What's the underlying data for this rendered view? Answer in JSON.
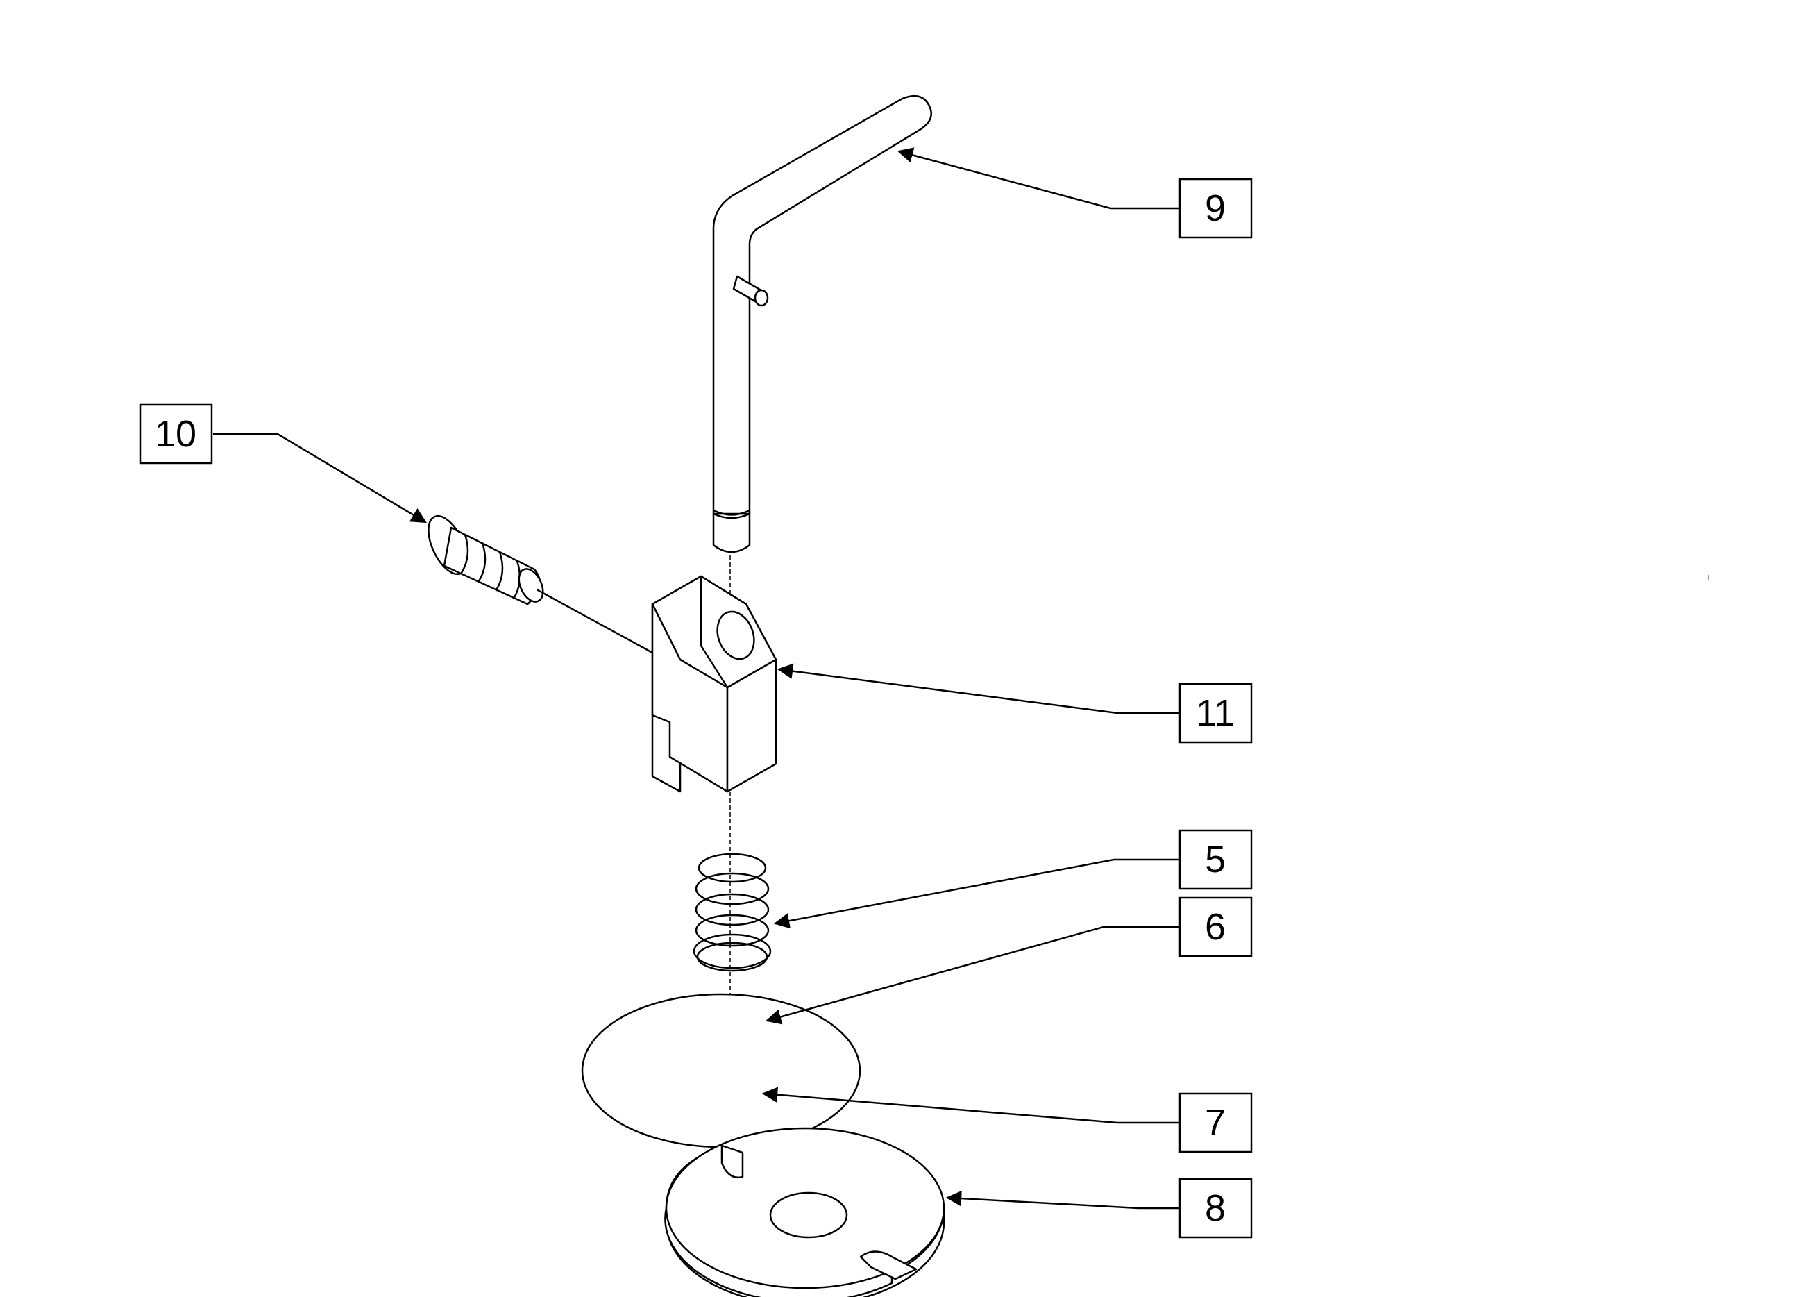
{
  "callouts": [
    {
      "id": "9",
      "label": "9"
    },
    {
      "id": "10",
      "label": "10"
    },
    {
      "id": "11",
      "label": "11"
    },
    {
      "id": "5",
      "label": "5"
    },
    {
      "id": "6",
      "label": "6"
    },
    {
      "id": "7",
      "label": "7"
    },
    {
      "id": "8",
      "label": "8"
    }
  ],
  "colors": {
    "line": "#000000",
    "background": "#ffffff"
  }
}
